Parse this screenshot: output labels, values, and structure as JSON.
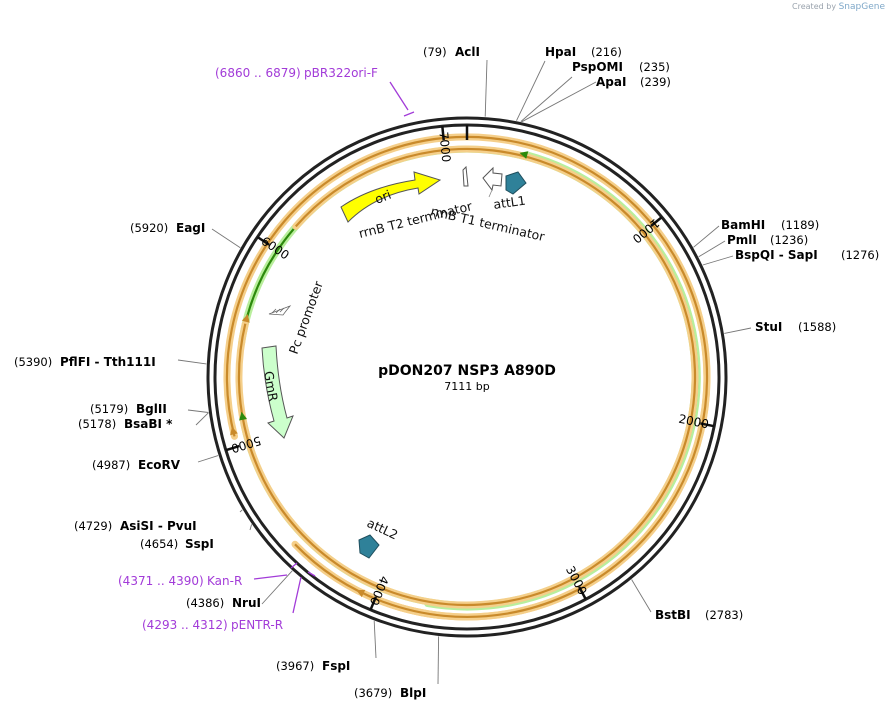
{
  "credit": {
    "prefix": "Created by",
    "brand": "SnapGene"
  },
  "plasmid": {
    "name": "pDON207 NSP3 A890D",
    "length": "7111 bp",
    "total_bp": 7111
  },
  "ticks": [
    {
      "bp": 1000,
      "label": "1000"
    },
    {
      "bp": 2000,
      "label": "2000"
    },
    {
      "bp": 3000,
      "label": "3000"
    },
    {
      "bp": 4000,
      "label": "4000"
    },
    {
      "bp": 5000,
      "label": "5000"
    },
    {
      "bp": 6000,
      "label": "6000"
    },
    {
      "bp": 7000,
      "label": "7000"
    }
  ],
  "enzymes": [
    {
      "pos": "(79)",
      "name": "AclI"
    },
    {
      "pos": "(216)",
      "name": "HpaI"
    },
    {
      "pos": "(235)",
      "name": "PspOMI"
    },
    {
      "pos": "(239)",
      "name": "ApaI"
    },
    {
      "pos": "(1189)",
      "name": "BamHI"
    },
    {
      "pos": "(1236)",
      "name": "PmlI"
    },
    {
      "pos": "(1276)",
      "name": "BspQI - SapI"
    },
    {
      "pos": "(1588)",
      "name": "StuI"
    },
    {
      "pos": "(2783)",
      "name": "BstBI"
    },
    {
      "pos": "(3679)",
      "name": "BlpI"
    },
    {
      "pos": "(3967)",
      "name": "FspI"
    },
    {
      "pos": "(4386)",
      "name": "NruI"
    },
    {
      "pos": "(4654)",
      "name": "SspI"
    },
    {
      "pos": "(4729)",
      "name": "AsiSI - PvuI"
    },
    {
      "pos": "(4987)",
      "name": "EcoRV"
    },
    {
      "pos": "(5178)",
      "name": "BsaBI *"
    },
    {
      "pos": "(5179)",
      "name": "BglII"
    },
    {
      "pos": "(5390)",
      "name": "PflFI - Tth111I"
    },
    {
      "pos": "(5920)",
      "name": "EagI"
    }
  ],
  "primers": [
    {
      "range": "(6860 .. 6879)",
      "name": "pBR322ori-F"
    },
    {
      "range": "(4371 .. 4390)",
      "name": "Kan-R"
    },
    {
      "range": "(4293 .. 4312)",
      "name": "pENTR-R"
    }
  ],
  "features": [
    {
      "name": "ori",
      "color": "#ffff00"
    },
    {
      "name": "rrnB T2 terminator",
      "color": "#ffffff"
    },
    {
      "name": "rrnB T1 terminator",
      "color": "#ffffff"
    },
    {
      "name": "attL1",
      "color": "#2f8199"
    },
    {
      "name": "attL2",
      "color": "#2f8199"
    },
    {
      "name": "Pc promoter",
      "color": "#ffffff"
    },
    {
      "name": "GmR",
      "color": "#ccffcc"
    }
  ],
  "colors": {
    "orf": "#c98a2b",
    "orf_glow": "#f5cf8a",
    "insert": "#2c8a0c",
    "insert_glow": "#b9ee9c",
    "primer": "#a23bd8",
    "backbone": "#222222"
  }
}
